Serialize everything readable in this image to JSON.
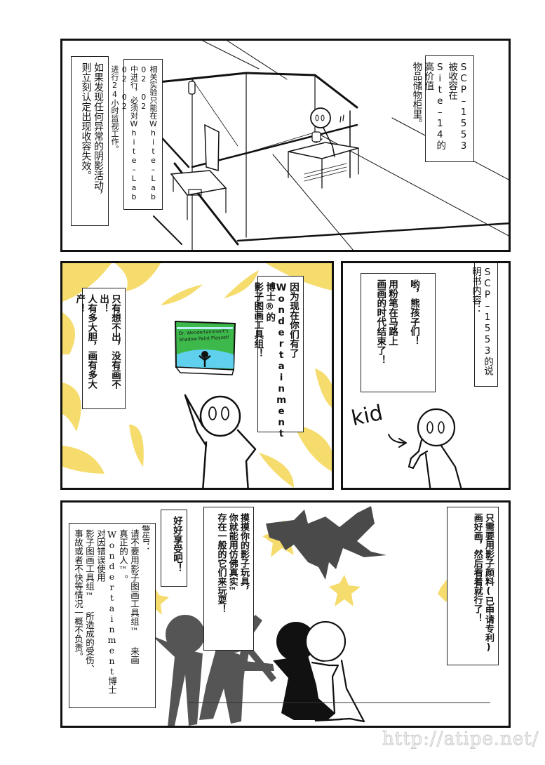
{
  "page": {
    "background": "#ffffff",
    "accent_yellow": "#f5dc6c",
    "shadow_gray": "#555555"
  },
  "panels": [
    {
      "id": "panel-1",
      "scene": "containment-room-overhead",
      "captions": [
        {
          "text": "SCP–1553被收容在Site–14的高价值物品储物柜里。",
          "lines": [
            "SCP–1553被收容在",
            "Site–14的高价值",
            "物品储物柜里。"
          ]
        },
        {
          "text": "相关实验只能在White–Lab 02 02中进行，必须对White–Lab 02 02进行24小时监视工作。",
          "lines": [
            "相关实验只能在White–Lab 02 02",
            "中进行，必须对White–Lab 02 02",
            "进行24小时监视工作。"
          ]
        },
        {
          "text": "如果发现任何异常的阴影活动，则立刻认定出现收容失效。",
          "lines": [
            "如果发现任何异常的阴影活动，",
            "则立刻认定出现收容失效。"
          ]
        }
      ]
    },
    {
      "id": "panel-2",
      "scene": "manual-intro",
      "captions": [
        {
          "text": "SCP–1553的说明书内容：",
          "lines": [
            "SCP–1553的说明书内容："
          ]
        },
        {
          "text": "哟，熊孩子们！用粉笔在马路上画画的时代结束了！",
          "lines": [
            "哟，熊孩子们！",
            "用粉笔在马路上",
            "画画的时代结束了！"
          ]
        }
      ],
      "drawn_label": "kid"
    },
    {
      "id": "panel-3",
      "scene": "presenting-the-kit",
      "captions": [
        {
          "text": "因为现在你们有了Wondertainment博士®的影子图画工具组！",
          "lines": [
            "因为现在你们有了",
            "Wondertainment博士®的",
            "影子图画工具组！"
          ]
        },
        {
          "text": "只有想不出，没有画不出！人有多大胆，画有多大产！",
          "lines": [
            "只有想不出，没有画不出！",
            "人有多大胆，画有多大产！"
          ]
        }
      ],
      "book_cover": {
        "title_line1": "Dr. Wondertainment's",
        "title_line2": "Shadow Paint Playset!",
        "colors": {
          "top": "#3db84a",
          "sky": "#5fd0ee",
          "figure": "#111111"
        }
      }
    },
    {
      "id": "panel-4",
      "scene": "shadow-play",
      "captions": [
        {
          "text": "只需要用影子颜料(已申请专利)画好画，然后看着就行了！",
          "lines": [
            "只需要用影子颜料(已申请专利)",
            "画好画，然后看着就行了！"
          ]
        },
        {
          "text": "摸摸你的影子玩具，你就能用仿佛真实™存在一般的它们来玩耍！",
          "lines": [
            "摸摸你的影子玩具，",
            "你就能用仿佛真实™",
            "存在一般的它们来玩耍！"
          ]
        },
        {
          "text": "好好享受吧！",
          "lines": [
            "好好享受吧！"
          ]
        },
        {
          "text": "警告：请不要用影子图画工具组™来画真正的人™。Wondertainment博士对因错误使用影子图画工具组™所造成的受伤、事故或者不快等情况一概不负责。",
          "lines": [
            "警告：",
            "请不要用影子图画工具组™ 来画",
            "真正的人™。",
            "Wondertainment博士对因错误使用",
            "影子图画工具组™ 所造成的受伤、",
            "事故或者不快等情况一概不负责。"
          ]
        }
      ]
    }
  ],
  "watermark": "http://atipe.net/"
}
